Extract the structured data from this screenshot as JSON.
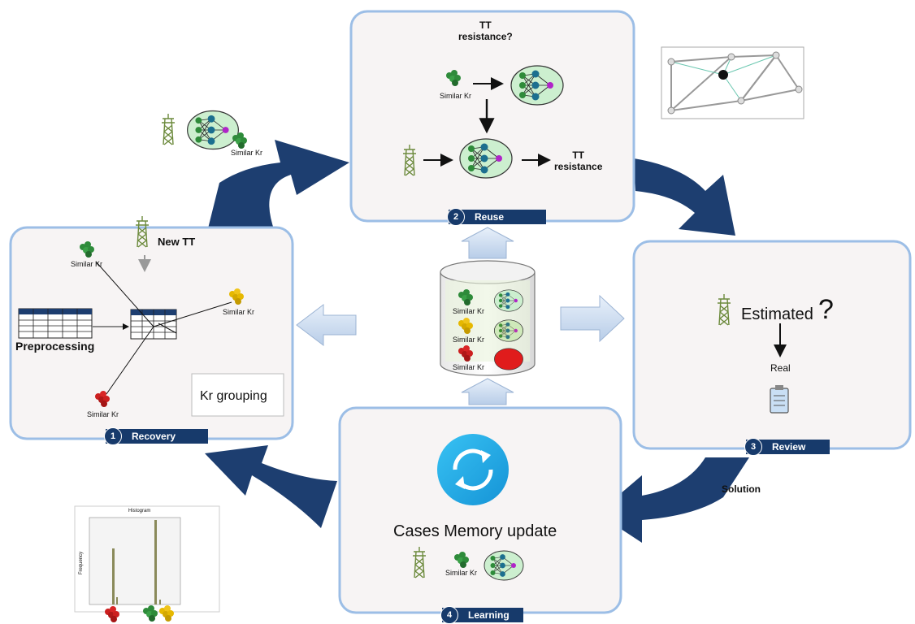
{
  "stages": [
    {
      "number": "1",
      "label": "Recovery"
    },
    {
      "number": "2",
      "label": "Reuse"
    },
    {
      "number": "3",
      "label": "Review"
    },
    {
      "number": "4",
      "label": "Learning"
    }
  ],
  "reuse": {
    "question": "TT\nresistance?",
    "answer": "TT\nresistance",
    "similar_kr": "Similar Kr"
  },
  "recovery": {
    "new_tt": "New TT",
    "preprocessing": "Preprocessing",
    "kr_grouping": "Kr grouping",
    "similar_kr": "Similar Kr"
  },
  "review": {
    "estimated": "Estimated",
    "question_mark": "?",
    "real": "Real"
  },
  "learning": {
    "title": "Cases Memory update",
    "similar_kr": "Similar Kr"
  },
  "solution_label": "Solution",
  "top_left_similar_kr": "Similar Kr",
  "database_similar_kr": "Similar Kr",
  "histogram": {
    "title": "Histogram",
    "ylabel": "Frequency"
  },
  "colors": {
    "panel_border": "#9cbee6",
    "panel_fill": "#f7f4f4",
    "dark_arrow": "#1d3e70",
    "tab": "#173a6b",
    "cluster_green": "#2e8b3a",
    "cluster_yellow": "#e6b800",
    "cluster_red": "#cc1f1f",
    "nn_fill": "#ccefcf",
    "refresh_icon": "#1eaee8"
  }
}
